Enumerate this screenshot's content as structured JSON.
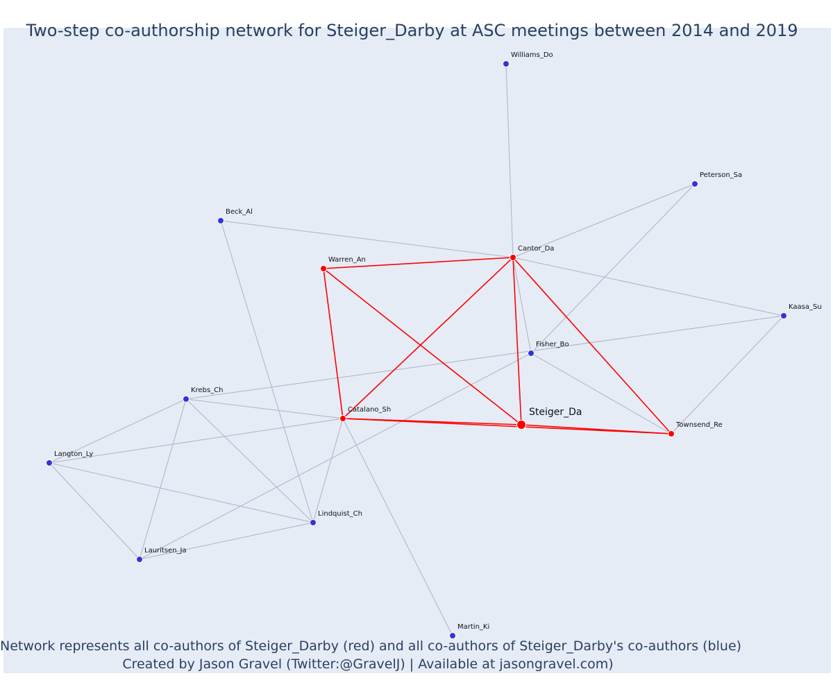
{
  "title": "Two-step co-authorship network for Steiger_Darby at ASC meetings between 2014 and 2019",
  "footer": {
    "line1": "Network represents all co-authors of Steiger_Darby (red) and all co-authors of Steiger_Darby's co-authors (blue)",
    "line2": "Created by Jason Gravel (Twitter:@GravelJ) | Available at jasongravel.com)"
  },
  "colors": {
    "background": "#e5ecf6",
    "red_node": "#ff0000",
    "blue_node": "#3333dd",
    "red_edge": "#ff0000",
    "gray_edge": "#b0b0c0",
    "text": "#2a3f5f"
  },
  "nodes": [
    {
      "id": "Steiger_Da",
      "label": "Steiger_Da",
      "group": "focal"
    },
    {
      "id": "Cantor_Da",
      "label": "Cantor_Da",
      "group": "red"
    },
    {
      "id": "Warren_An",
      "label": "Warren_An",
      "group": "red"
    },
    {
      "id": "Catalano_Sh",
      "label": "Catalano_Sh",
      "group": "red"
    },
    {
      "id": "Townsend_Re",
      "label": "Townsend_Re",
      "group": "red"
    },
    {
      "id": "Williams_Do",
      "label": "Williams_Do",
      "group": "blue"
    },
    {
      "id": "Peterson_Sa",
      "label": "Peterson_Sa",
      "group": "blue"
    },
    {
      "id": "Beck_Al",
      "label": "Beck_Al",
      "group": "blue"
    },
    {
      "id": "Kaasa_Su",
      "label": "Kaasa_Su",
      "group": "blue"
    },
    {
      "id": "Fisher_Bo",
      "label": "Fisher_Bo",
      "group": "blue"
    },
    {
      "id": "Krebs_Ch",
      "label": "Krebs_Ch",
      "group": "blue"
    },
    {
      "id": "Langton_Ly",
      "label": "Langton_Ly",
      "group": "blue"
    },
    {
      "id": "Lindquist_Ch",
      "label": "Lindquist_Ch",
      "group": "blue"
    },
    {
      "id": "Lauritsen_Ja",
      "label": "Lauritsen_Ja",
      "group": "blue"
    },
    {
      "id": "Martin_Ki",
      "label": "Martin_Ki",
      "group": "blue"
    }
  ],
  "edges": [
    [
      "Steiger_Da",
      "Cantor_Da",
      "red"
    ],
    [
      "Steiger_Da",
      "Warren_An",
      "red"
    ],
    [
      "Steiger_Da",
      "Catalano_Sh",
      "red"
    ],
    [
      "Steiger_Da",
      "Townsend_Re",
      "red"
    ],
    [
      "Warren_An",
      "Cantor_Da",
      "red"
    ],
    [
      "Warren_An",
      "Catalano_Sh",
      "red"
    ],
    [
      "Cantor_Da",
      "Catalano_Sh",
      "red"
    ],
    [
      "Cantor_Da",
      "Townsend_Re",
      "red"
    ],
    [
      "Catalano_Sh",
      "Townsend_Re",
      "red"
    ],
    [
      "Cantor_Da",
      "Williams_Do",
      "gray"
    ],
    [
      "Cantor_Da",
      "Peterson_Sa",
      "gray"
    ],
    [
      "Cantor_Da",
      "Beck_Al",
      "gray"
    ],
    [
      "Cantor_Da",
      "Kaasa_Su",
      "gray"
    ],
    [
      "Cantor_Da",
      "Fisher_Bo",
      "gray"
    ],
    [
      "Peterson_Sa",
      "Fisher_Bo",
      "gray"
    ],
    [
      "Kaasa_Su",
      "Krebs_Ch",
      "gray"
    ],
    [
      "Kaasa_Su",
      "Townsend_Re",
      "gray"
    ],
    [
      "Fisher_Bo",
      "Townsend_Re",
      "gray"
    ],
    [
      "Fisher_Bo",
      "Lauritsen_Ja",
      "gray"
    ],
    [
      "Beck_Al",
      "Lindquist_Ch",
      "gray"
    ],
    [
      "Krebs_Ch",
      "Catalano_Sh",
      "gray"
    ],
    [
      "Krebs_Ch",
      "Langton_Ly",
      "gray"
    ],
    [
      "Krebs_Ch",
      "Lauritsen_Ja",
      "gray"
    ],
    [
      "Krebs_Ch",
      "Lindquist_Ch",
      "gray"
    ],
    [
      "Langton_Ly",
      "Catalano_Sh",
      "gray"
    ],
    [
      "Langton_Ly",
      "Lauritsen_Ja",
      "gray"
    ],
    [
      "Langton_Ly",
      "Lindquist_Ch",
      "gray"
    ],
    [
      "Lauritsen_Ja",
      "Lindquist_Ch",
      "gray"
    ],
    [
      "Catalano_Sh",
      "Lindquist_Ch",
      "gray"
    ],
    [
      "Catalano_Sh",
      "Martin_Ki",
      "gray"
    ]
  ]
}
